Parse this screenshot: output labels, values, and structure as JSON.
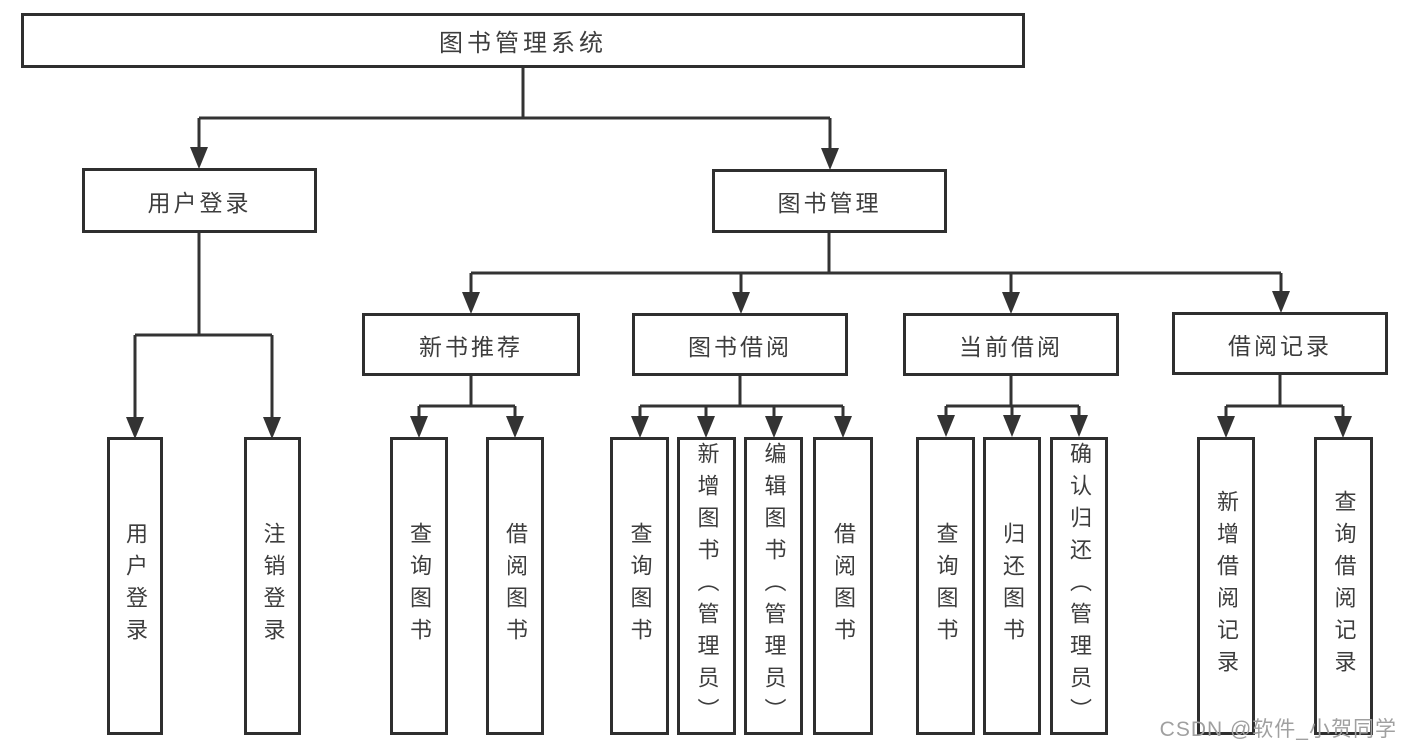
{
  "diagram_title": "图书管理系统",
  "nodes": {
    "root": {
      "label": "图书管理系统"
    },
    "level2": [
      {
        "label": "用户登录",
        "parent": "图书管理系统"
      },
      {
        "label": "图书管理",
        "parent": "图书管理系统"
      }
    ],
    "level3": [
      {
        "label": "新书推荐",
        "parent": "图书管理"
      },
      {
        "label": "图书借阅",
        "parent": "图书管理"
      },
      {
        "label": "当前借阅",
        "parent": "图书管理"
      },
      {
        "label": "借阅记录",
        "parent": "图书管理"
      }
    ],
    "leaves": [
      {
        "label": "用户登录",
        "parent": "用户登录"
      },
      {
        "label": "注销登录",
        "parent": "用户登录"
      },
      {
        "label": "查询图书",
        "parent": "新书推荐"
      },
      {
        "label": "借阅图书",
        "parent": "新书推荐"
      },
      {
        "label": "查询图书",
        "parent": "图书借阅"
      },
      {
        "label": "新增图书（管理员）",
        "parent": "图书借阅"
      },
      {
        "label": "编辑图书（管理员）",
        "parent": "图书借阅"
      },
      {
        "label": "借阅图书",
        "parent": "图书借阅"
      },
      {
        "label": "查询图书",
        "parent": "当前借阅"
      },
      {
        "label": "归还图书",
        "parent": "当前借阅"
      },
      {
        "label": "确认归还（管理员）",
        "parent": "当前借阅"
      },
      {
        "label": "新增借阅记录",
        "parent": "借阅记录"
      },
      {
        "label": "查询借阅记录",
        "parent": "借阅记录"
      }
    ]
  },
  "watermark": {
    "text": "CSDN @软件_小贺同学",
    "color": "#a0a0a0"
  },
  "colors": {
    "line": "#333333",
    "box_border": "#2f2f2f",
    "text": "#3d3d3d",
    "background": "#ffffff"
  }
}
